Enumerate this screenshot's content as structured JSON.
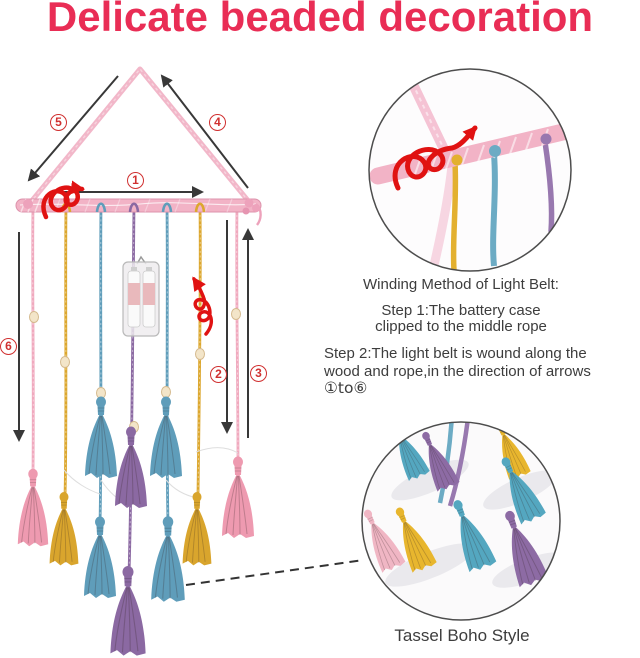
{
  "title": "Delicate beaded decoration",
  "diagram": {
    "step_markers": [
      {
        "id": 1,
        "label": "1"
      },
      {
        "id": 2,
        "label": "2"
      },
      {
        "id": 3,
        "label": "3"
      },
      {
        "id": 4,
        "label": "4"
      },
      {
        "id": 5,
        "label": "5"
      },
      {
        "id": 6,
        "label": "6"
      }
    ]
  },
  "instructions": {
    "heading": "Winding Method of Light Belt:",
    "step1": [
      "Step 1:The battery case",
      "clipped to the middle rope"
    ],
    "step2": [
      "Step 2:The light belt is wound along the",
      "wood and rope,in the direction of arrows",
      "①to⑥"
    ]
  },
  "inset_bottom_caption": "Tassel Boho Style",
  "colors": {
    "title": "#e92d55",
    "marker_red": "#d03030",
    "arrow_dark": "#383838",
    "spiral_red": "#e01212",
    "rope_pink": "#f0a9be",
    "rope_yellow": "#dca72e",
    "rope_blue": "#5f9dba",
    "rope_purple": "#8b69a2",
    "text_gray": "#3d3d3d"
  }
}
